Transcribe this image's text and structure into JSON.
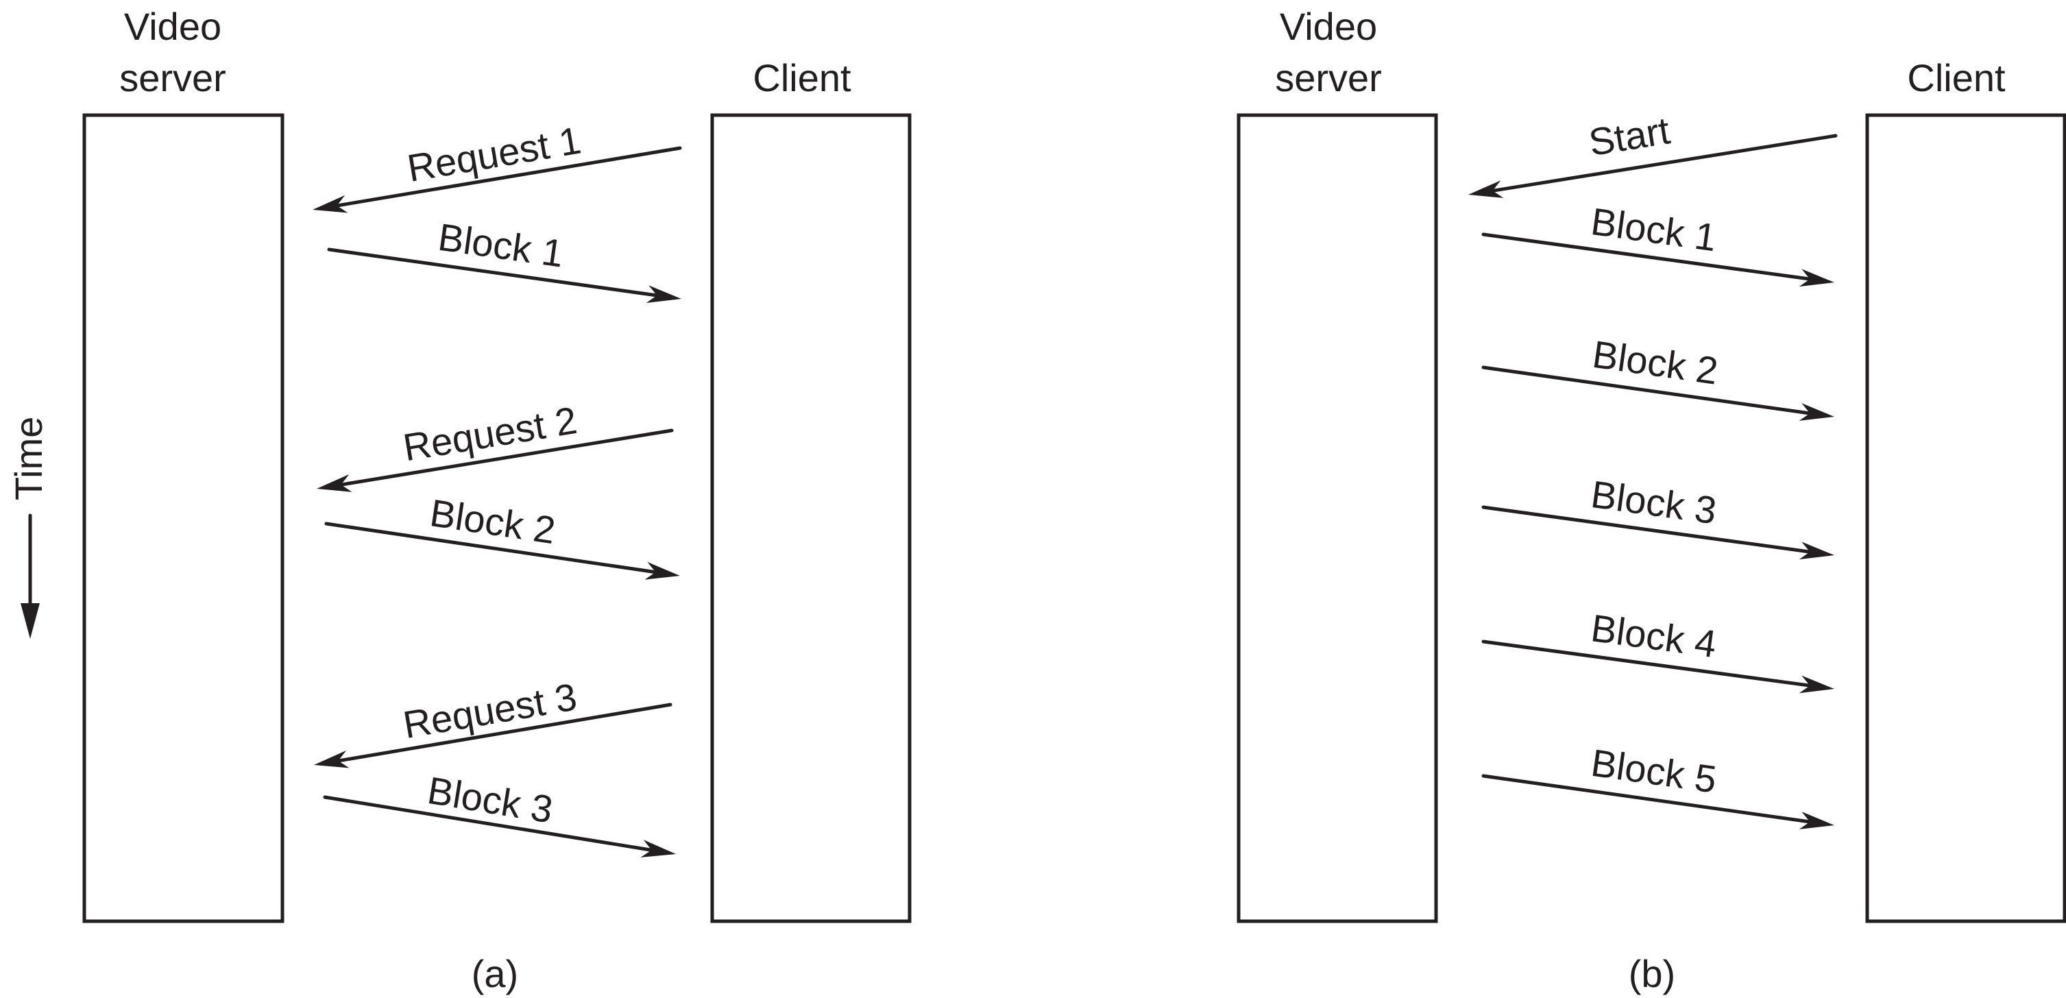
{
  "time_axis": {
    "label": "Time"
  },
  "panels": [
    {
      "id": "a",
      "caption": "(a)",
      "server_label": [
        "Video",
        "server"
      ],
      "client_label": "Client",
      "messages": [
        {
          "label": "Request 1",
          "direction": "client-to-server"
        },
        {
          "label": "Block 1",
          "direction": "server-to-client"
        },
        {
          "label": "Request 2",
          "direction": "client-to-server"
        },
        {
          "label": "Block 2",
          "direction": "server-to-client"
        },
        {
          "label": "Request 3",
          "direction": "client-to-server"
        },
        {
          "label": "Block 3",
          "direction": "server-to-client"
        }
      ]
    },
    {
      "id": "b",
      "caption": "(b)",
      "server_label": [
        "Video",
        "server"
      ],
      "client_label": "Client",
      "messages": [
        {
          "label": "Start",
          "direction": "client-to-server"
        },
        {
          "label": "Block 1",
          "direction": "server-to-client"
        },
        {
          "label": "Block 2",
          "direction": "server-to-client"
        },
        {
          "label": "Block 3",
          "direction": "server-to-client"
        },
        {
          "label": "Block 4",
          "direction": "server-to-client"
        },
        {
          "label": "Block 5",
          "direction": "server-to-client"
        }
      ]
    }
  ]
}
